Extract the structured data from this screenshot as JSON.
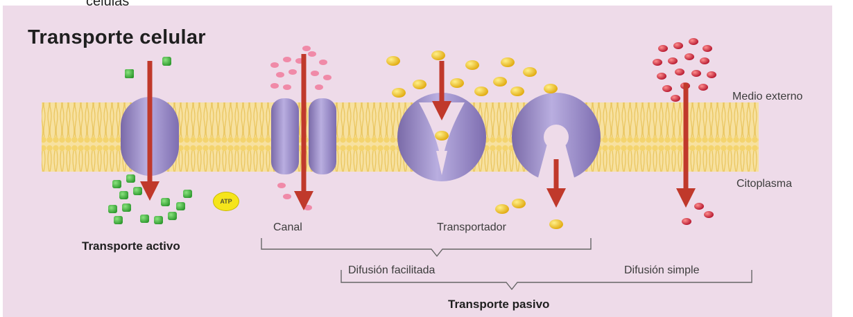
{
  "caption": "celulas",
  "title": "Transporte celular",
  "regions": {
    "outside": "Medio externo",
    "inside": "Citoplasma"
  },
  "mechanisms": {
    "active": "Transporte activo",
    "channel": "Canal",
    "carrier": "Transportador"
  },
  "atp": "ATP",
  "groups": {
    "facilitated": "Difusión facilitada",
    "simple": "Difusión simple",
    "passive": "Transporte pasivo"
  },
  "colors": {
    "background": "#eedbe9",
    "membrane": "#f2cf6a",
    "protein": "#9a8cc4",
    "arrow": "#c0392b",
    "active_molecule": "#4fc24a",
    "channel_molecule": "#f08aa8",
    "carrier_molecule": "#f3c01d",
    "simple_molecule": "#c9243a"
  }
}
